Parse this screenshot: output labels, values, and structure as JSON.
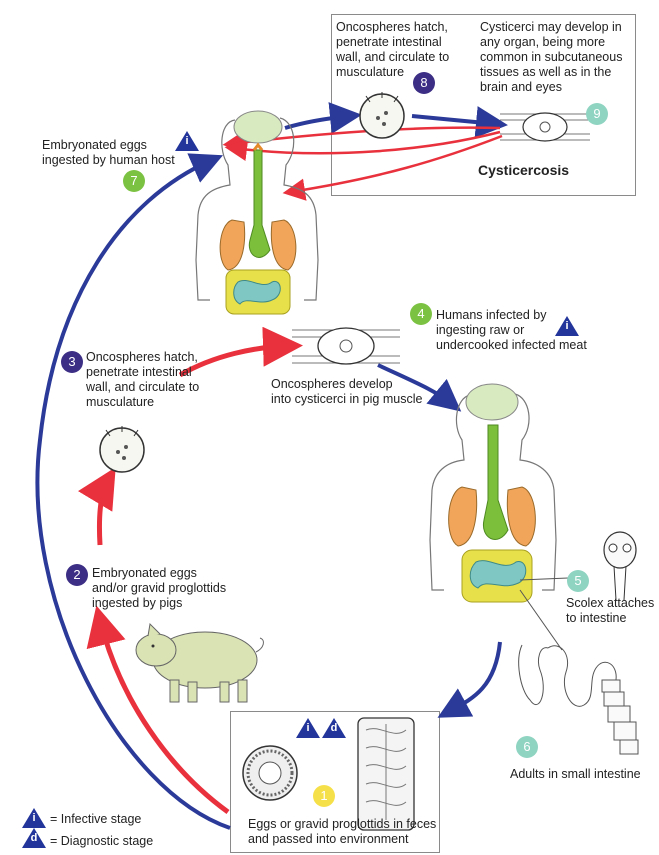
{
  "colors": {
    "red_arrow": "#e8313c",
    "blue_arrow": "#2b3a98",
    "stage_purple": "#3b2e84",
    "stage_green": "#7cc242",
    "stage_teal": "#8fd3c1",
    "stage_yellow": "#f6e04a",
    "triangle_blue": "#23359a",
    "lung_orange": "#f0a55a",
    "gut_green": "#7bbf3a",
    "intestine_teal": "#7fc7c3",
    "colon_yellow": "#e8e04a",
    "brain_green": "#d8eac0"
  },
  "stages": {
    "s1": {
      "num": "1",
      "text": "Eggs or gravid proglottids in feces\nand passed into environment"
    },
    "s2": {
      "num": "2",
      "text": "Embryonated eggs\nand/or gravid proglottids\ningested by pigs"
    },
    "s3": {
      "num": "3",
      "text": "Oncospheres hatch,\npenetrate intestinal\nwall, and circulate to\nmusculature"
    },
    "s3b": {
      "text": "Oncospheres develop\ninto cysticerci in pig muscle"
    },
    "s4": {
      "num": "4",
      "text": "Humans infected by\ningesting raw or\nundercooked infected meat"
    },
    "s5": {
      "num": "5",
      "text": "Scolex attaches\nto intestine"
    },
    "s6": {
      "num": "6",
      "text": "Adults in small intestine"
    },
    "s7": {
      "num": "7",
      "text": "Embryonated eggs\ningested by human host"
    },
    "s8": {
      "num": "8",
      "text": "Oncospheres hatch,\npenetrate intestinal\nwall, and circulate to\nmusculature"
    },
    "s9": {
      "num": "9",
      "text": "Cysticerci may develop in\nany organ, being more\ncommon in subcutaneous\ntissues as well as in the\nbrain and eyes"
    }
  },
  "cysticercosis_label": "Cysticercosis",
  "legend": {
    "infective_symbol": "i",
    "infective_text": "= Infective stage",
    "diagnostic_symbol": "d",
    "diagnostic_text": "= Diagnostic stage"
  },
  "icons": [
    "human-body-icon",
    "pig-icon",
    "egg-icon",
    "cysticercus-icon",
    "proglottid-icon",
    "scolex-icon",
    "tapeworm-icon",
    "oncosphere-icon"
  ]
}
